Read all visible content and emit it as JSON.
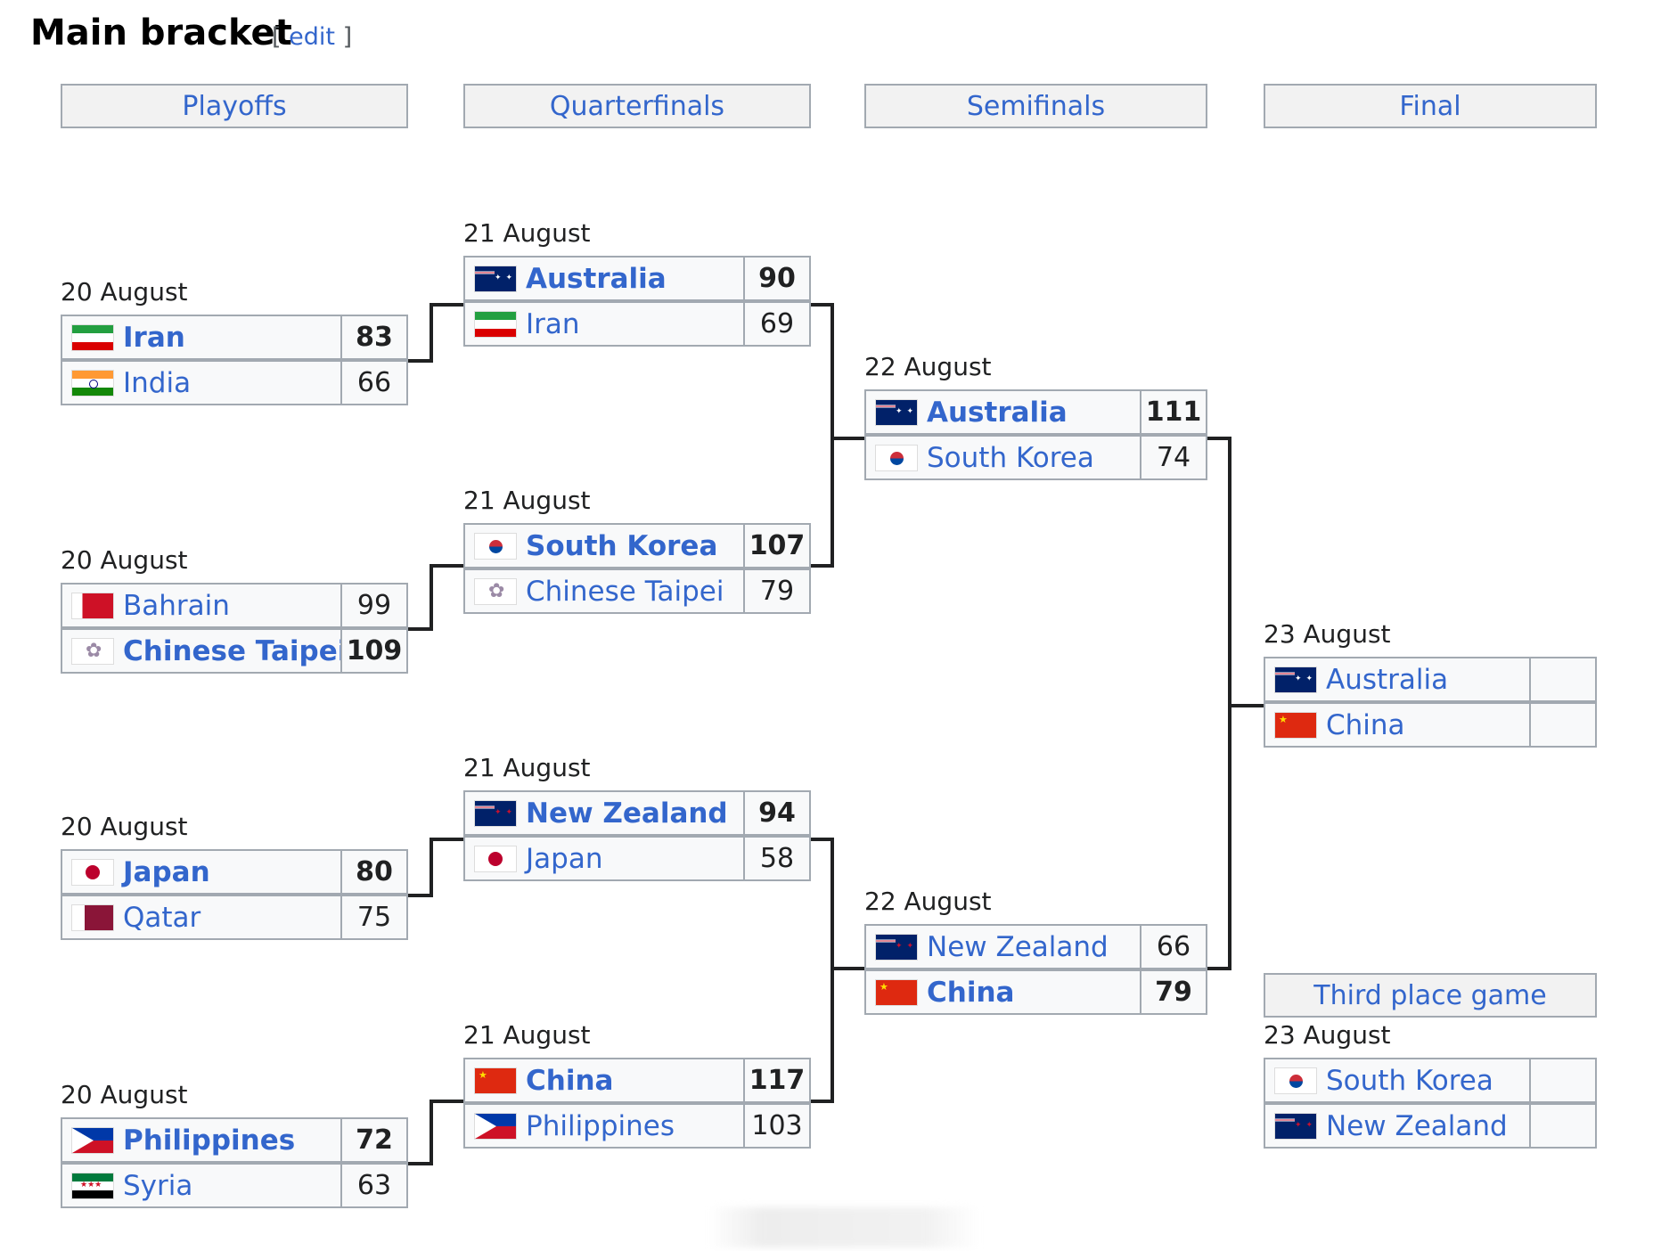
{
  "title": "Main bracket",
  "edit": {
    "open": "[",
    "label": "edit",
    "close": "]"
  },
  "rounds": [
    "Playoffs",
    "Quarterfinals",
    "Semifinals",
    "Final"
  ],
  "third_place_label": "Third place game",
  "matches": {
    "po1": {
      "date": "20 August",
      "t1": {
        "flag": "iran",
        "name": "Iran",
        "score": "83",
        "win": true
      },
      "t2": {
        "flag": "india",
        "name": "India",
        "score": "66",
        "win": false
      }
    },
    "po2": {
      "date": "20 August",
      "t1": {
        "flag": "bahrain",
        "name": "Bahrain",
        "score": "99",
        "win": false
      },
      "t2": {
        "flag": "chinese-taipei",
        "name": "Chinese Taipei",
        "score": "109",
        "win": true
      }
    },
    "po3": {
      "date": "20 August",
      "t1": {
        "flag": "japan",
        "name": "Japan",
        "score": "80",
        "win": true
      },
      "t2": {
        "flag": "qatar",
        "name": "Qatar",
        "score": "75",
        "win": false
      }
    },
    "po4": {
      "date": "20 August",
      "t1": {
        "flag": "philippines",
        "name": "Philippines",
        "score": "72",
        "win": true
      },
      "t2": {
        "flag": "syria",
        "name": "Syria",
        "score": "63",
        "win": false
      }
    },
    "qf1": {
      "date": "21 August",
      "t1": {
        "flag": "australia",
        "name": "Australia",
        "score": "90",
        "win": true
      },
      "t2": {
        "flag": "iran",
        "name": "Iran",
        "score": "69",
        "win": false
      }
    },
    "qf2": {
      "date": "21 August",
      "t1": {
        "flag": "south-korea",
        "name": "South Korea",
        "score": "107",
        "win": true
      },
      "t2": {
        "flag": "chinese-taipei",
        "name": "Chinese Taipei",
        "score": "79",
        "win": false
      }
    },
    "qf3": {
      "date": "21 August",
      "t1": {
        "flag": "new-zealand",
        "name": "New Zealand",
        "score": "94",
        "win": true
      },
      "t2": {
        "flag": "japan",
        "name": "Japan",
        "score": "58",
        "win": false
      }
    },
    "qf4": {
      "date": "21 August",
      "t1": {
        "flag": "china",
        "name": "China",
        "score": "117",
        "win": true
      },
      "t2": {
        "flag": "philippines",
        "name": "Philippines",
        "score": "103",
        "win": false
      }
    },
    "sf1": {
      "date": "22 August",
      "t1": {
        "flag": "australia",
        "name": "Australia",
        "score": "111",
        "win": true
      },
      "t2": {
        "flag": "south-korea",
        "name": "South Korea",
        "score": "74",
        "win": false
      }
    },
    "sf2": {
      "date": "22 August",
      "t1": {
        "flag": "new-zealand",
        "name": "New Zealand",
        "score": "66",
        "win": false
      },
      "t2": {
        "flag": "china",
        "name": "China",
        "score": "79",
        "win": true
      }
    },
    "final": {
      "date": "23 August",
      "t1": {
        "flag": "australia",
        "name": "Australia",
        "score": "",
        "win": false
      },
      "t2": {
        "flag": "china",
        "name": "China",
        "score": "",
        "win": false
      }
    },
    "third": {
      "date": "23 August",
      "t1": {
        "flag": "south-korea",
        "name": "South Korea",
        "score": "",
        "win": false
      },
      "t2": {
        "flag": "new-zealand",
        "name": "New Zealand",
        "score": "",
        "win": false
      }
    }
  }
}
